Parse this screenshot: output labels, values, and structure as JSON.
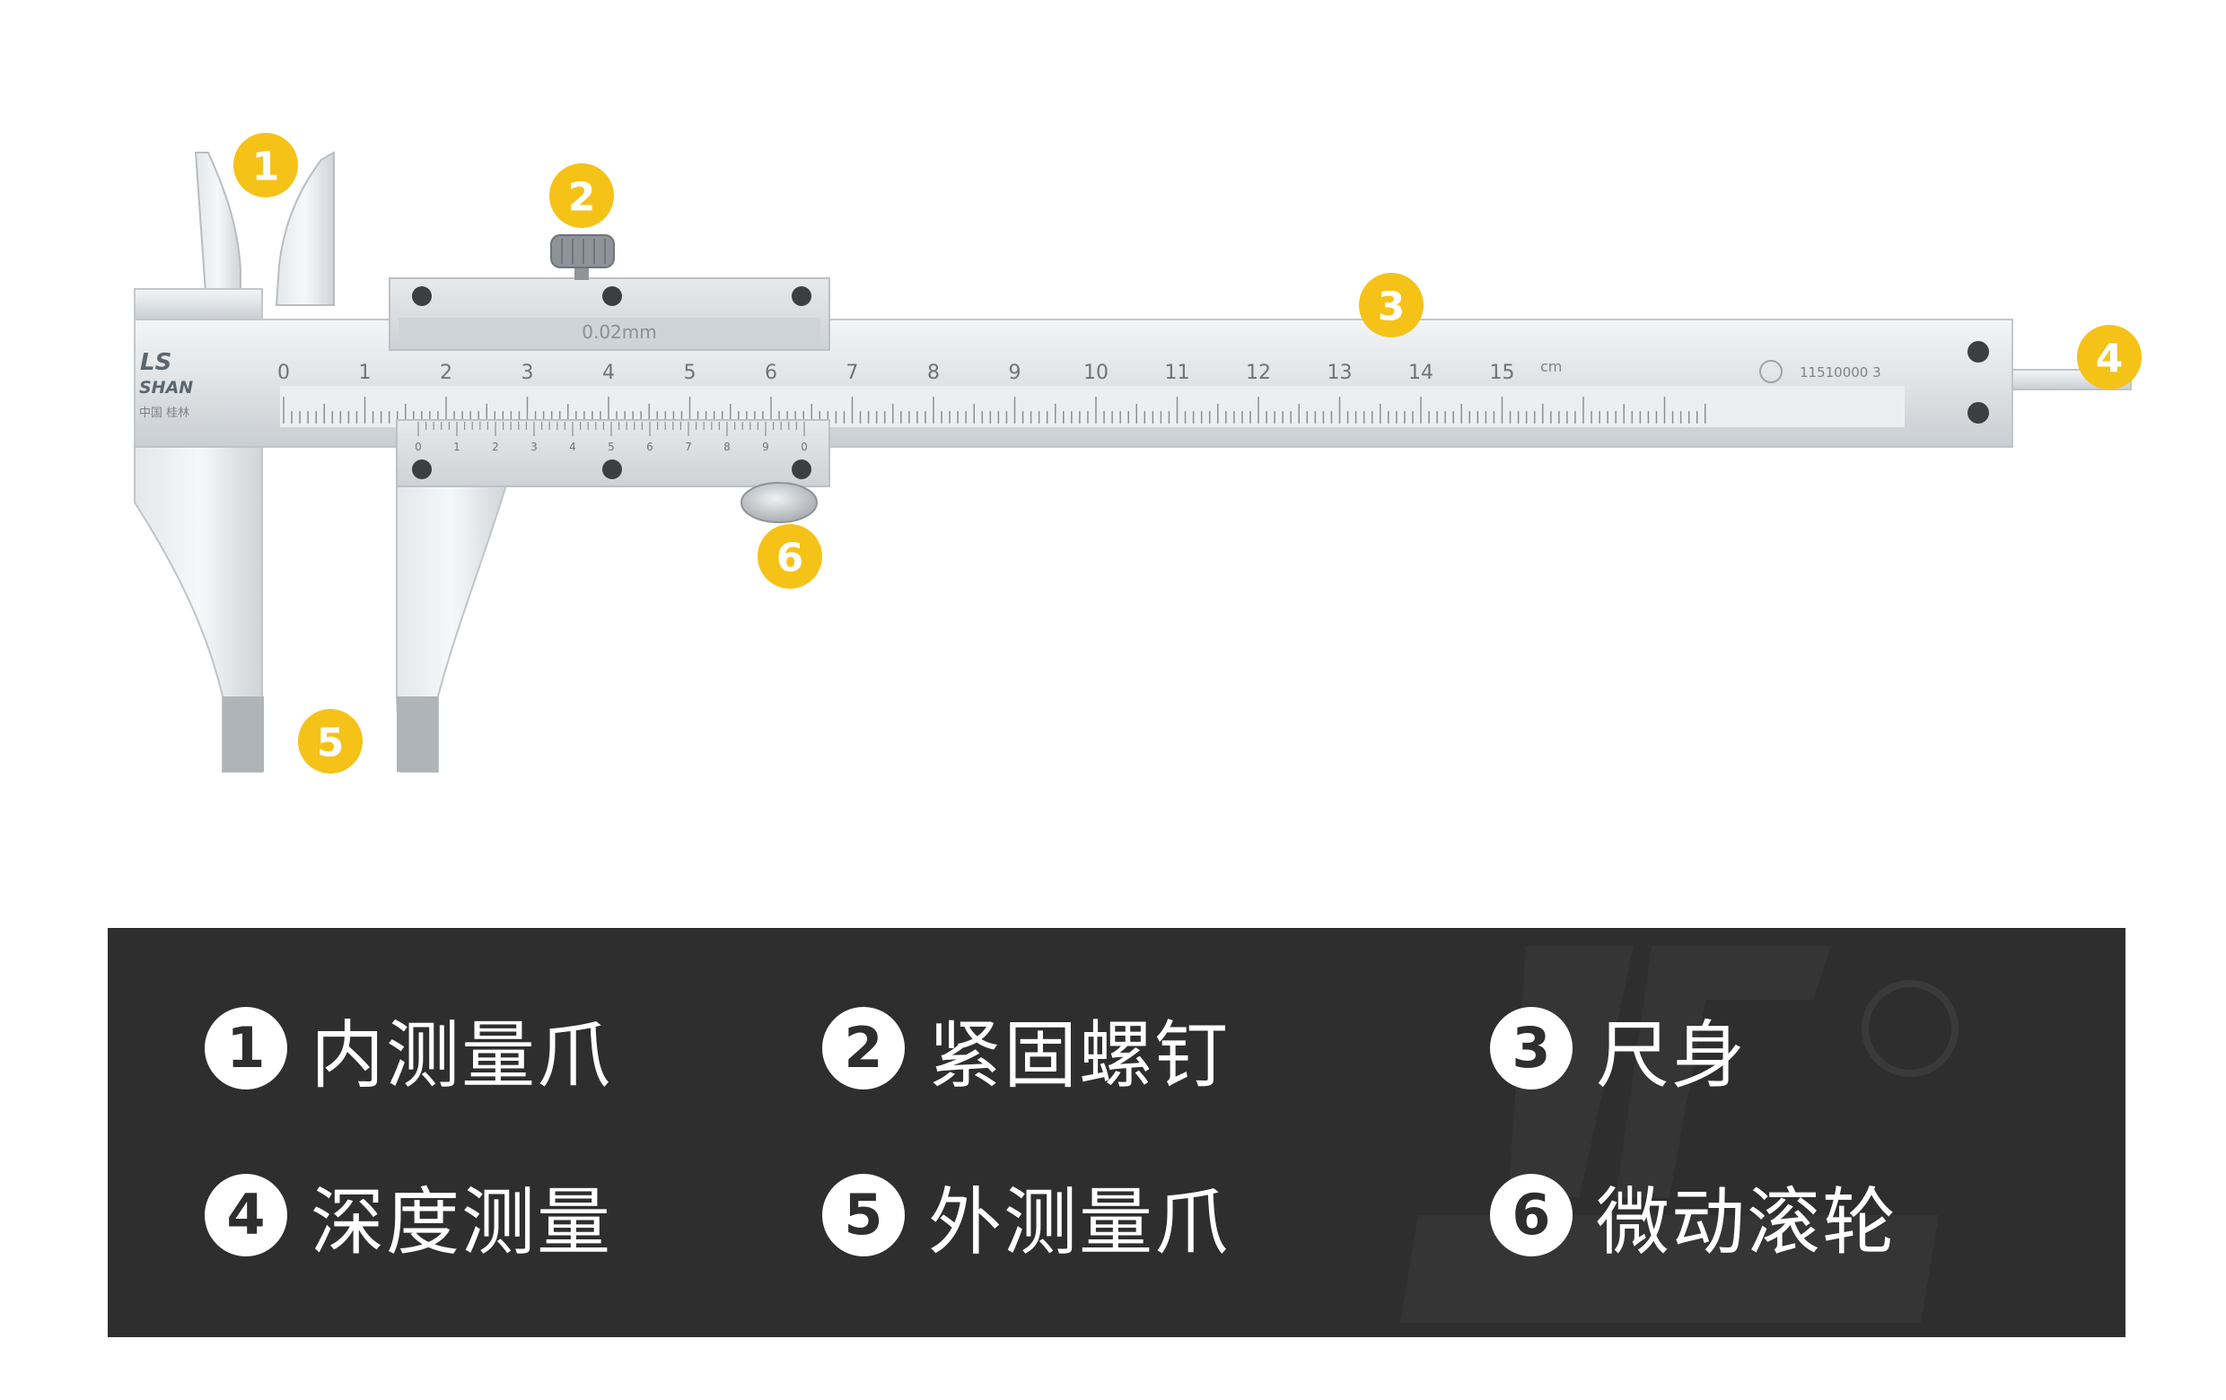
{
  "diagram": {
    "callouts": [
      {
        "num": "1"
      },
      {
        "num": "2"
      },
      {
        "num": "3"
      },
      {
        "num": "4"
      },
      {
        "num": "5"
      },
      {
        "num": "6"
      }
    ],
    "slider_label": "0.02mm",
    "main_scale": [
      "0",
      "1",
      "2",
      "3",
      "4",
      "5",
      "6",
      "7",
      "8",
      "9",
      "10",
      "11",
      "12",
      "13",
      "14",
      "15"
    ],
    "unit": "cm",
    "vernier_scale": [
      "0",
      "1",
      "2",
      "3",
      "4",
      "5",
      "6",
      "7",
      "8",
      "9",
      "0"
    ],
    "logo_brand": "SHAN",
    "logo_sub": "中国 桂林",
    "serial": "11510000 3",
    "accent_color": "#f5c218"
  },
  "legend": {
    "background": "#2e2e2e",
    "items": [
      {
        "num": "1",
        "label": "内测量爪"
      },
      {
        "num": "2",
        "label": "紧固螺钉"
      },
      {
        "num": "3",
        "label": "尺身"
      },
      {
        "num": "4",
        "label": "深度测量"
      },
      {
        "num": "5",
        "label": "外测量爪"
      },
      {
        "num": "6",
        "label": "微动滚轮"
      }
    ]
  }
}
